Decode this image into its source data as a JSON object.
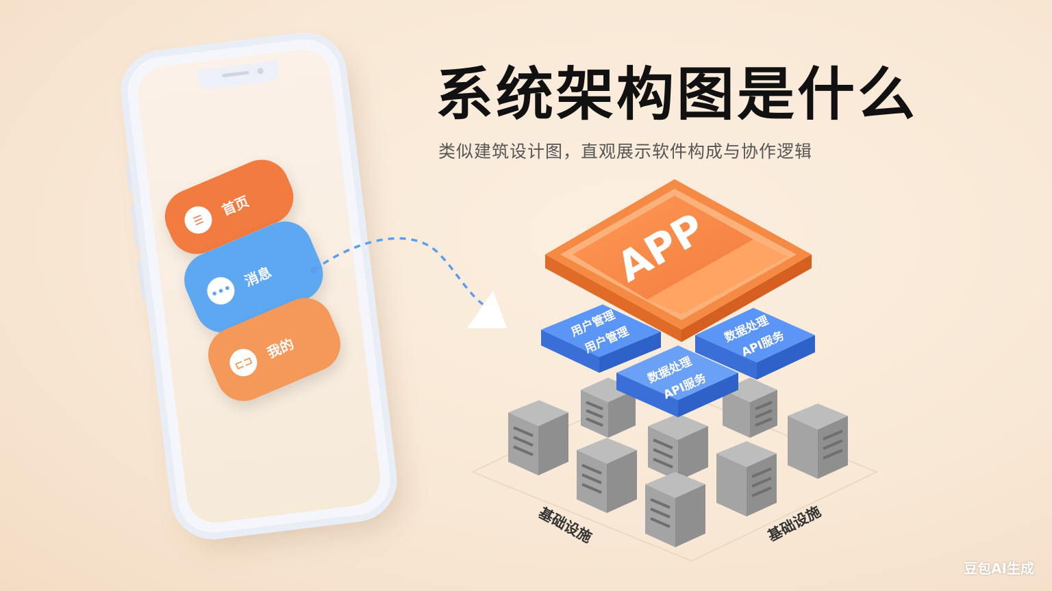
{
  "title": "系统架构图是什么",
  "subtitle": "类似建筑设计图，直观展示软件构成与协作逻辑",
  "phone": {
    "menu": [
      {
        "label": "首页",
        "icon": "menu-lines-icon"
      },
      {
        "label": "消息",
        "icon": "chat-dots-icon"
      },
      {
        "label": "我的",
        "icon": "user-icon"
      }
    ]
  },
  "diagram": {
    "app_label": "APP",
    "modules": [
      {
        "line1": "用户管理",
        "line2": "用户管理"
      },
      {
        "line1": "数据处理",
        "line2": "API服务"
      },
      {
        "line1": "数据处理",
        "line2": "API服务"
      }
    ],
    "infra_left": "基础设施",
    "infra_right": "基础设施"
  },
  "watermark": "豆包AI生成",
  "colors": {
    "orange": "#f27b3f",
    "blue": "#5ea8f2",
    "module_blue": "#4a86f0",
    "server_gray": "#a9a9a9"
  }
}
